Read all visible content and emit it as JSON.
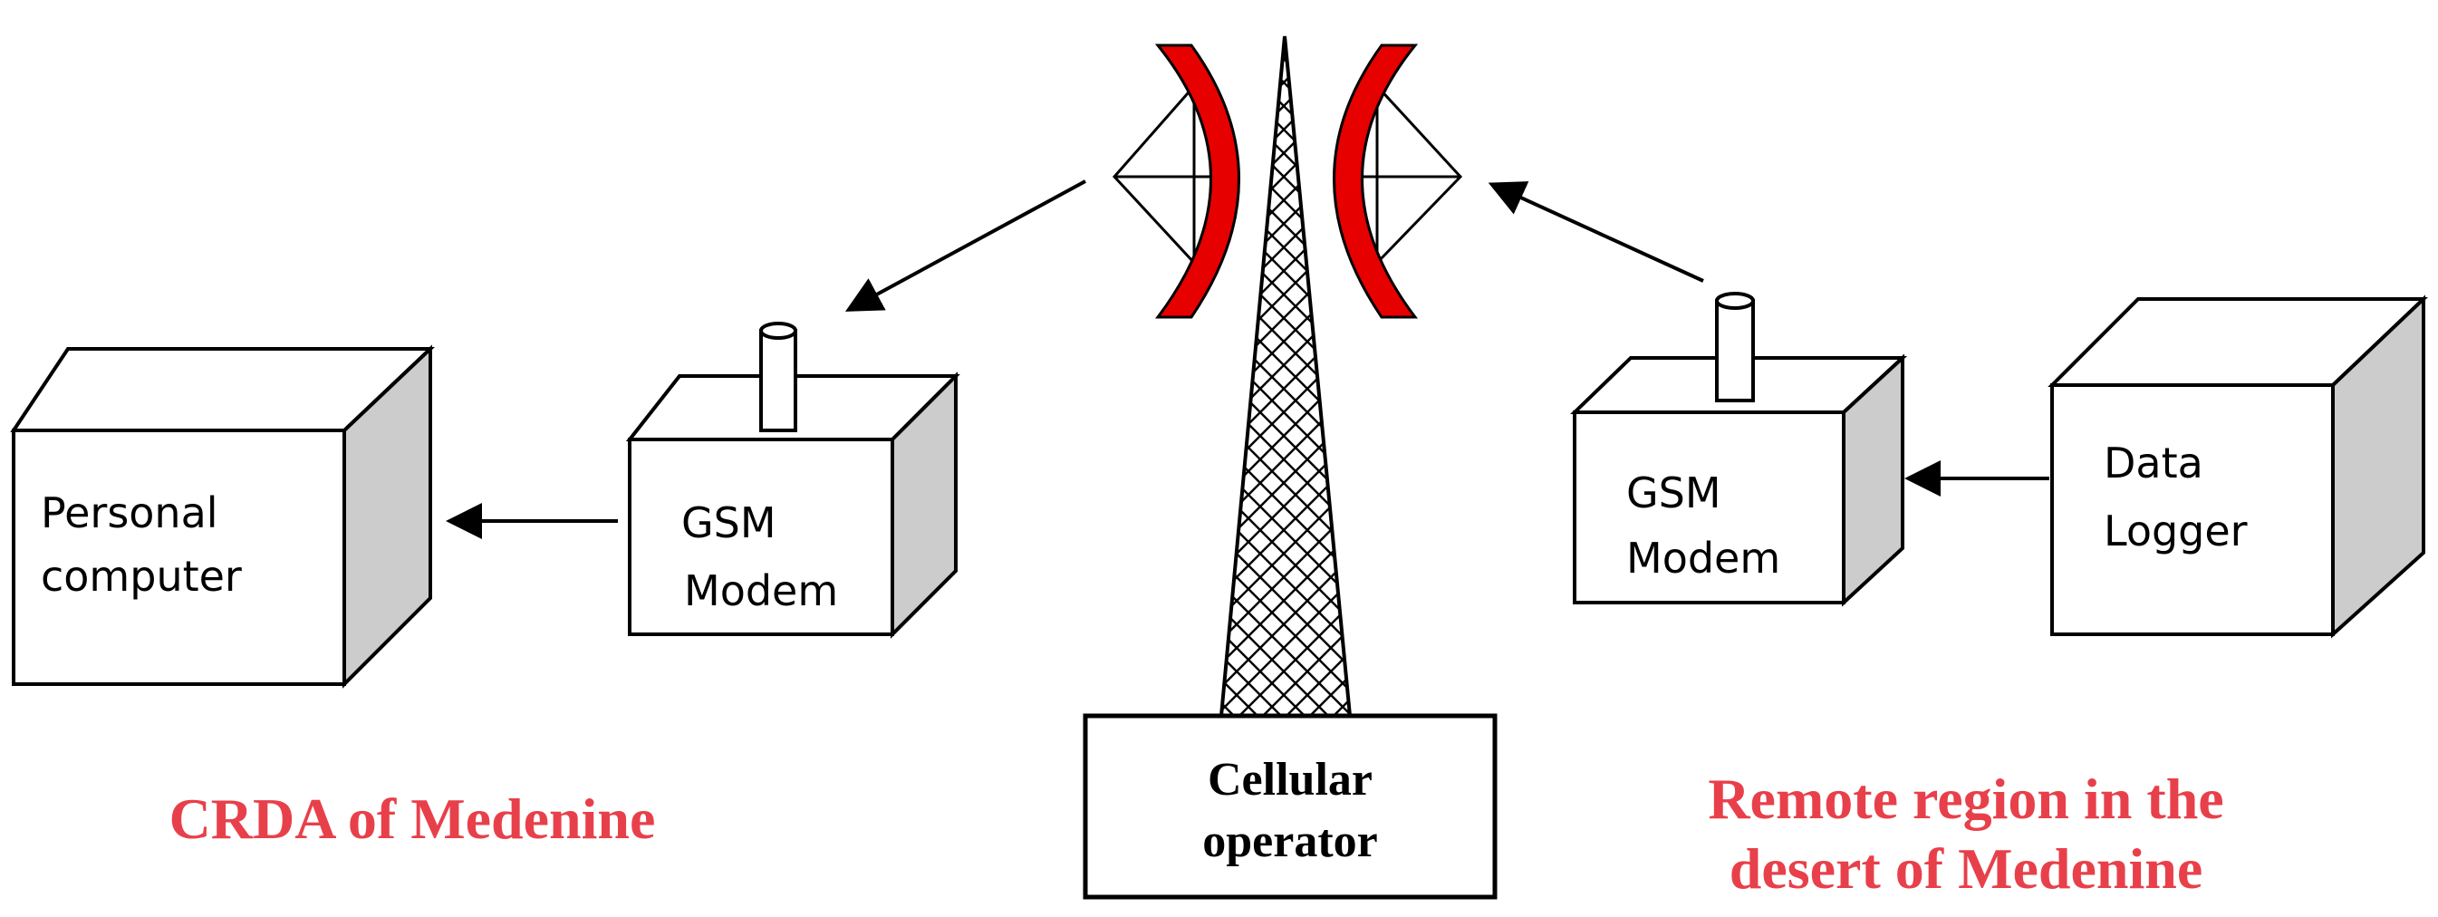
{
  "colors": {
    "region_label": "#e8404a",
    "antenna_red": "#e60000",
    "box_face": "#ffffff",
    "box_side": "#cccccc",
    "box_top": "#ffffff",
    "stroke": "#000000"
  },
  "nodes": {
    "personal_computer": {
      "line1": "Personal",
      "line2": "computer"
    },
    "gsm_modem_left": {
      "line1": "GSM",
      "line2": "Modem"
    },
    "gsm_modem_right": {
      "line1": "GSM",
      "line2": "Modem"
    },
    "data_logger": {
      "line1": "Data",
      "line2": "Logger"
    },
    "cellular_operator": {
      "line1": "Cellular",
      "line2": "operator"
    }
  },
  "regions": {
    "left": {
      "line1": "CRDA of Medenine"
    },
    "right": {
      "line1": "Remote region in the",
      "line2": "desert of Medenine"
    }
  },
  "icons": {
    "tower": "cell-tower-icon",
    "antenna": "antenna-icon",
    "arrow": "arrow-icon"
  }
}
